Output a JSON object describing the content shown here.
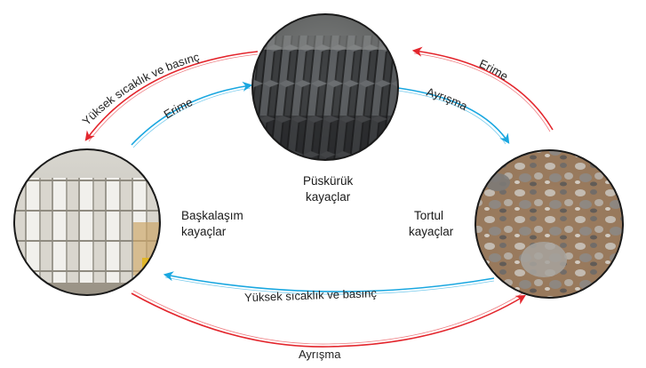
{
  "nodes": {
    "igneous": {
      "line1": "Püskürük",
      "line2": "kayaçlar"
    },
    "metamorphic": {
      "line1": "Başkalaşım",
      "line2": "kayaçlar"
    },
    "sedimentary": {
      "line1": "Tortul",
      "line2": "kayaçlar"
    }
  },
  "arrows": {
    "top_left_red": "Yüksek sıcaklık ve basınç",
    "top_left_blue": "Erime",
    "top_right_red": "Erime",
    "top_right_blue": "Ayrışma",
    "bottom_blue": "Yüksek sıcaklık ve basınç",
    "bottom_red": "Ayrışma"
  },
  "colors": {
    "red_arrow": "#e3262d",
    "blue_arrow": "#1aa7e0"
  }
}
